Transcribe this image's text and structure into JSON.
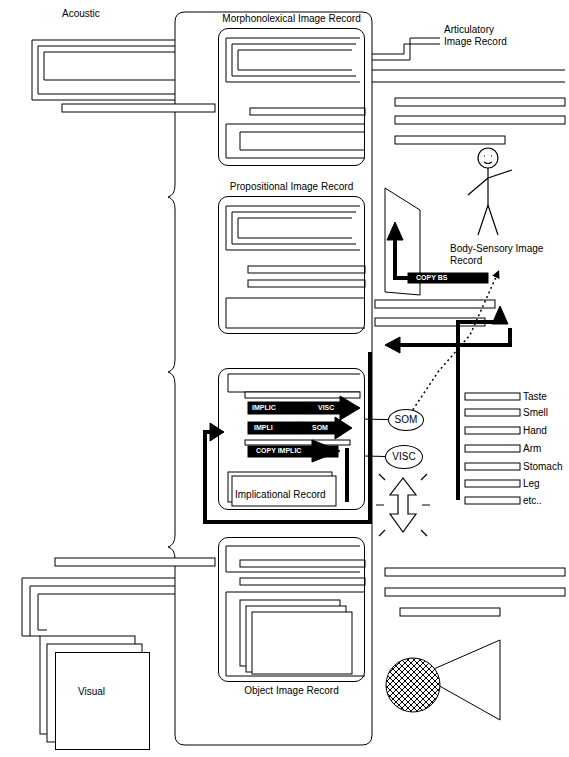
{
  "diagram": {
    "nodes": [
      {
        "text": [
          "Acoustic"
        ]
      },
      {
        "text": [
          "Morphonolexical Image Record"
        ]
      },
      {
        "text": [
          "Articulatory Image Record"
        ]
      },
      {
        "text": [
          "Propositional Image Record"
        ]
      },
      {
        "text": [
          "Body-Sensory Image Record"
        ]
      },
      {
        "text": [
          "Implicational Record"
        ]
      },
      {
        "text": [
          "SOM"
        ]
      },
      {
        "text": [
          "VISC"
        ]
      },
      {
        "text": [
          "Visual"
        ]
      },
      {
        "text": [
          "Object Image Record"
        ]
      }
    ],
    "edges": [
      {
        "from": 5,
        "to": 6,
        "arrow": "none"
      },
      {
        "from": 5,
        "to": 7,
        "arrow": "none"
      },
      {
        "from": 6,
        "to": 4,
        "arrow": "to"
      }
    ],
    "labels": [
      "IMPLIC",
      "VISC",
      "IMPLI",
      "SOM",
      "COPY IMPLIC",
      "COPY BS",
      "Taste",
      "Smell",
      "Hand",
      "Arm",
      "Stomach",
      "Leg",
      "etc.."
    ]
  }
}
